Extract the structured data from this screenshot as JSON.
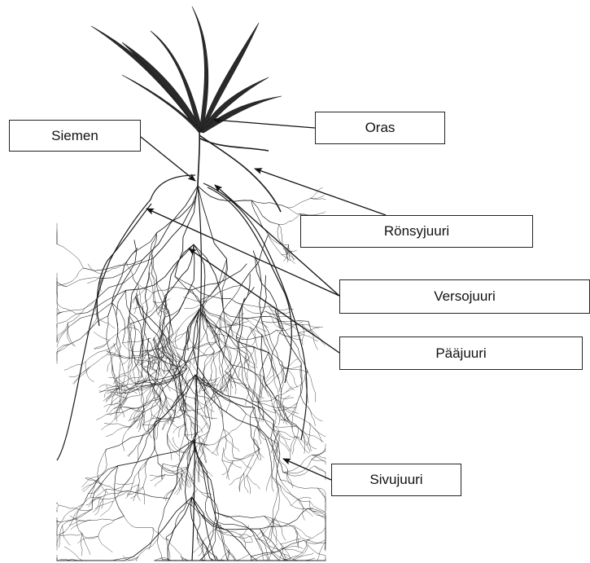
{
  "labels": {
    "siemen": "Siemen",
    "oras": "Oras",
    "ronsyjuuri": "Rönsyjuuri",
    "versojuuri": "Versojuuri",
    "paajuuri": "Pääjuuri",
    "sivujuuri": "Sivujuuri"
  },
  "colors": {
    "root": "#1a1a1a",
    "leaf": "#222222",
    "arrow": "#111111"
  }
}
